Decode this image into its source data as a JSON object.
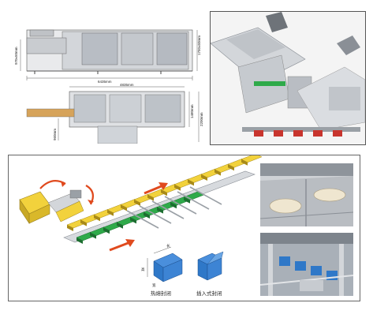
{
  "drawing": {
    "overall_length": "6435mm",
    "height_right": "1750±50mm",
    "height_left": "970±50mm",
    "plan_width": "4835mm",
    "plan_height_right": "1480mm",
    "plan_depth_right": "2200mm",
    "plan_left": "960mm"
  },
  "flow": {
    "label_left": "热熔封闭",
    "label_right": "插入式封闭",
    "box_dims": {
      "a": "长",
      "b": "高",
      "c": "宽"
    }
  },
  "colors": {
    "yellow": "#f2d23c",
    "green": "#2faa4a",
    "blue": "#2f78c8",
    "arrow": "#e04a1e",
    "gray": "#9aa0a6"
  }
}
